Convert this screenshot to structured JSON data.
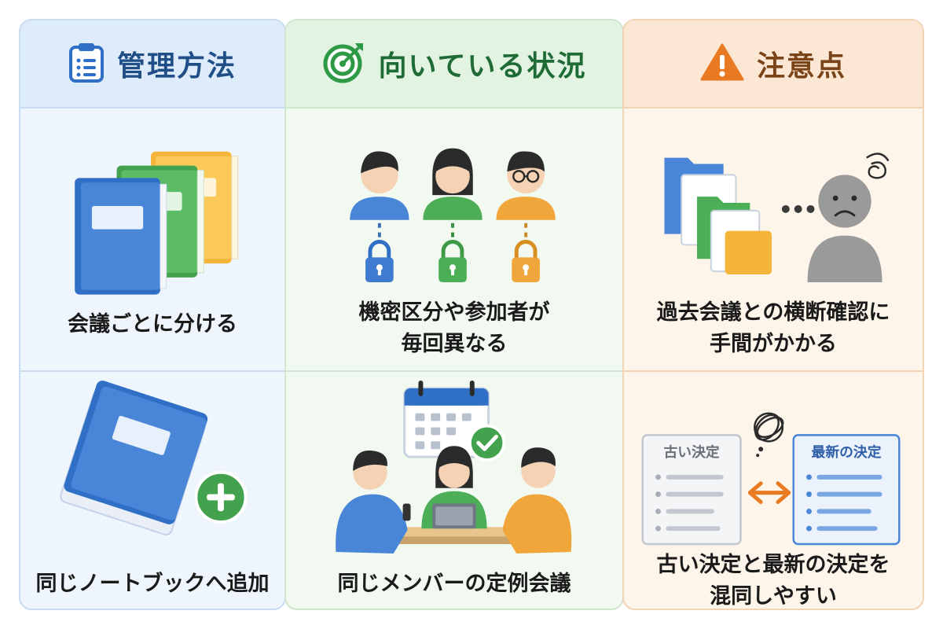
{
  "columns": {
    "method": {
      "title": "管理方法",
      "icon": "clipboard-icon",
      "row1_caption": "会議ごとに分ける",
      "row2_caption": "同じノートブックへ追加"
    },
    "suitable": {
      "title": "向いている状況",
      "icon": "target-icon",
      "row1_caption": "機密区分や参加者が\n毎回異なる",
      "row2_caption": "同じメンバーの定例会議"
    },
    "caution": {
      "title": "注意点",
      "icon": "warning-icon",
      "row1_caption": "過去会議との横断確認に\n手間がかかる",
      "row2_caption": "古い決定と最新の決定を\n混同しやすい",
      "old_doc_label": "古い決定",
      "new_doc_label": "最新の決定"
    }
  },
  "colors": {
    "blue": "#4a86d8",
    "green": "#4cae56",
    "orange": "#f0a63a",
    "warning": "#ea7a22"
  }
}
